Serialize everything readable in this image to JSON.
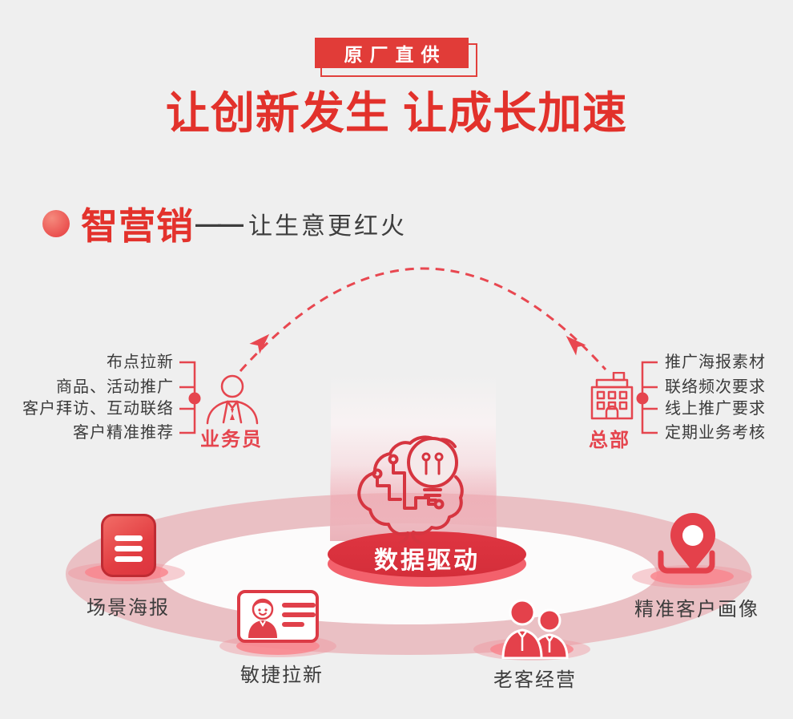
{
  "page": {
    "background": "#efefef"
  },
  "header": {
    "badge_label": "原厂直供",
    "title": "让创新发生 让成长加速"
  },
  "section_header": {
    "title": "智营销",
    "dash": "——",
    "tagline": "让生意更红火"
  },
  "diagram": {
    "salesman": {
      "label": "业务员",
      "items": [
        "布点拉新",
        "商品、活动推广",
        "客户拜访、互动联络",
        "客户精准推荐"
      ]
    },
    "headquarters": {
      "label": "总部",
      "items": [
        "推广海报素材",
        "联络频次要求",
        "线上推广要求",
        "定期业务考核"
      ]
    },
    "center": {
      "label": "数据驱动"
    },
    "features": [
      {
        "label": "场景海报",
        "icon": "poster-icon"
      },
      {
        "label": "敏捷拉新",
        "icon": "id-card-icon"
      },
      {
        "label": "老客经营",
        "icon": "customers-icon"
      },
      {
        "label": "精准客户画像",
        "icon": "map-pin-icon"
      }
    ]
  },
  "colors": {
    "background": "#efefef",
    "primary_red": "#e2312b",
    "accent_red": "#e5454e",
    "badge_red": "#e13c38",
    "podium_red": "#d92f3b",
    "pink_band": "#eac0c4",
    "dark_text": "#3d3d3d",
    "white": "#ffffff"
  }
}
